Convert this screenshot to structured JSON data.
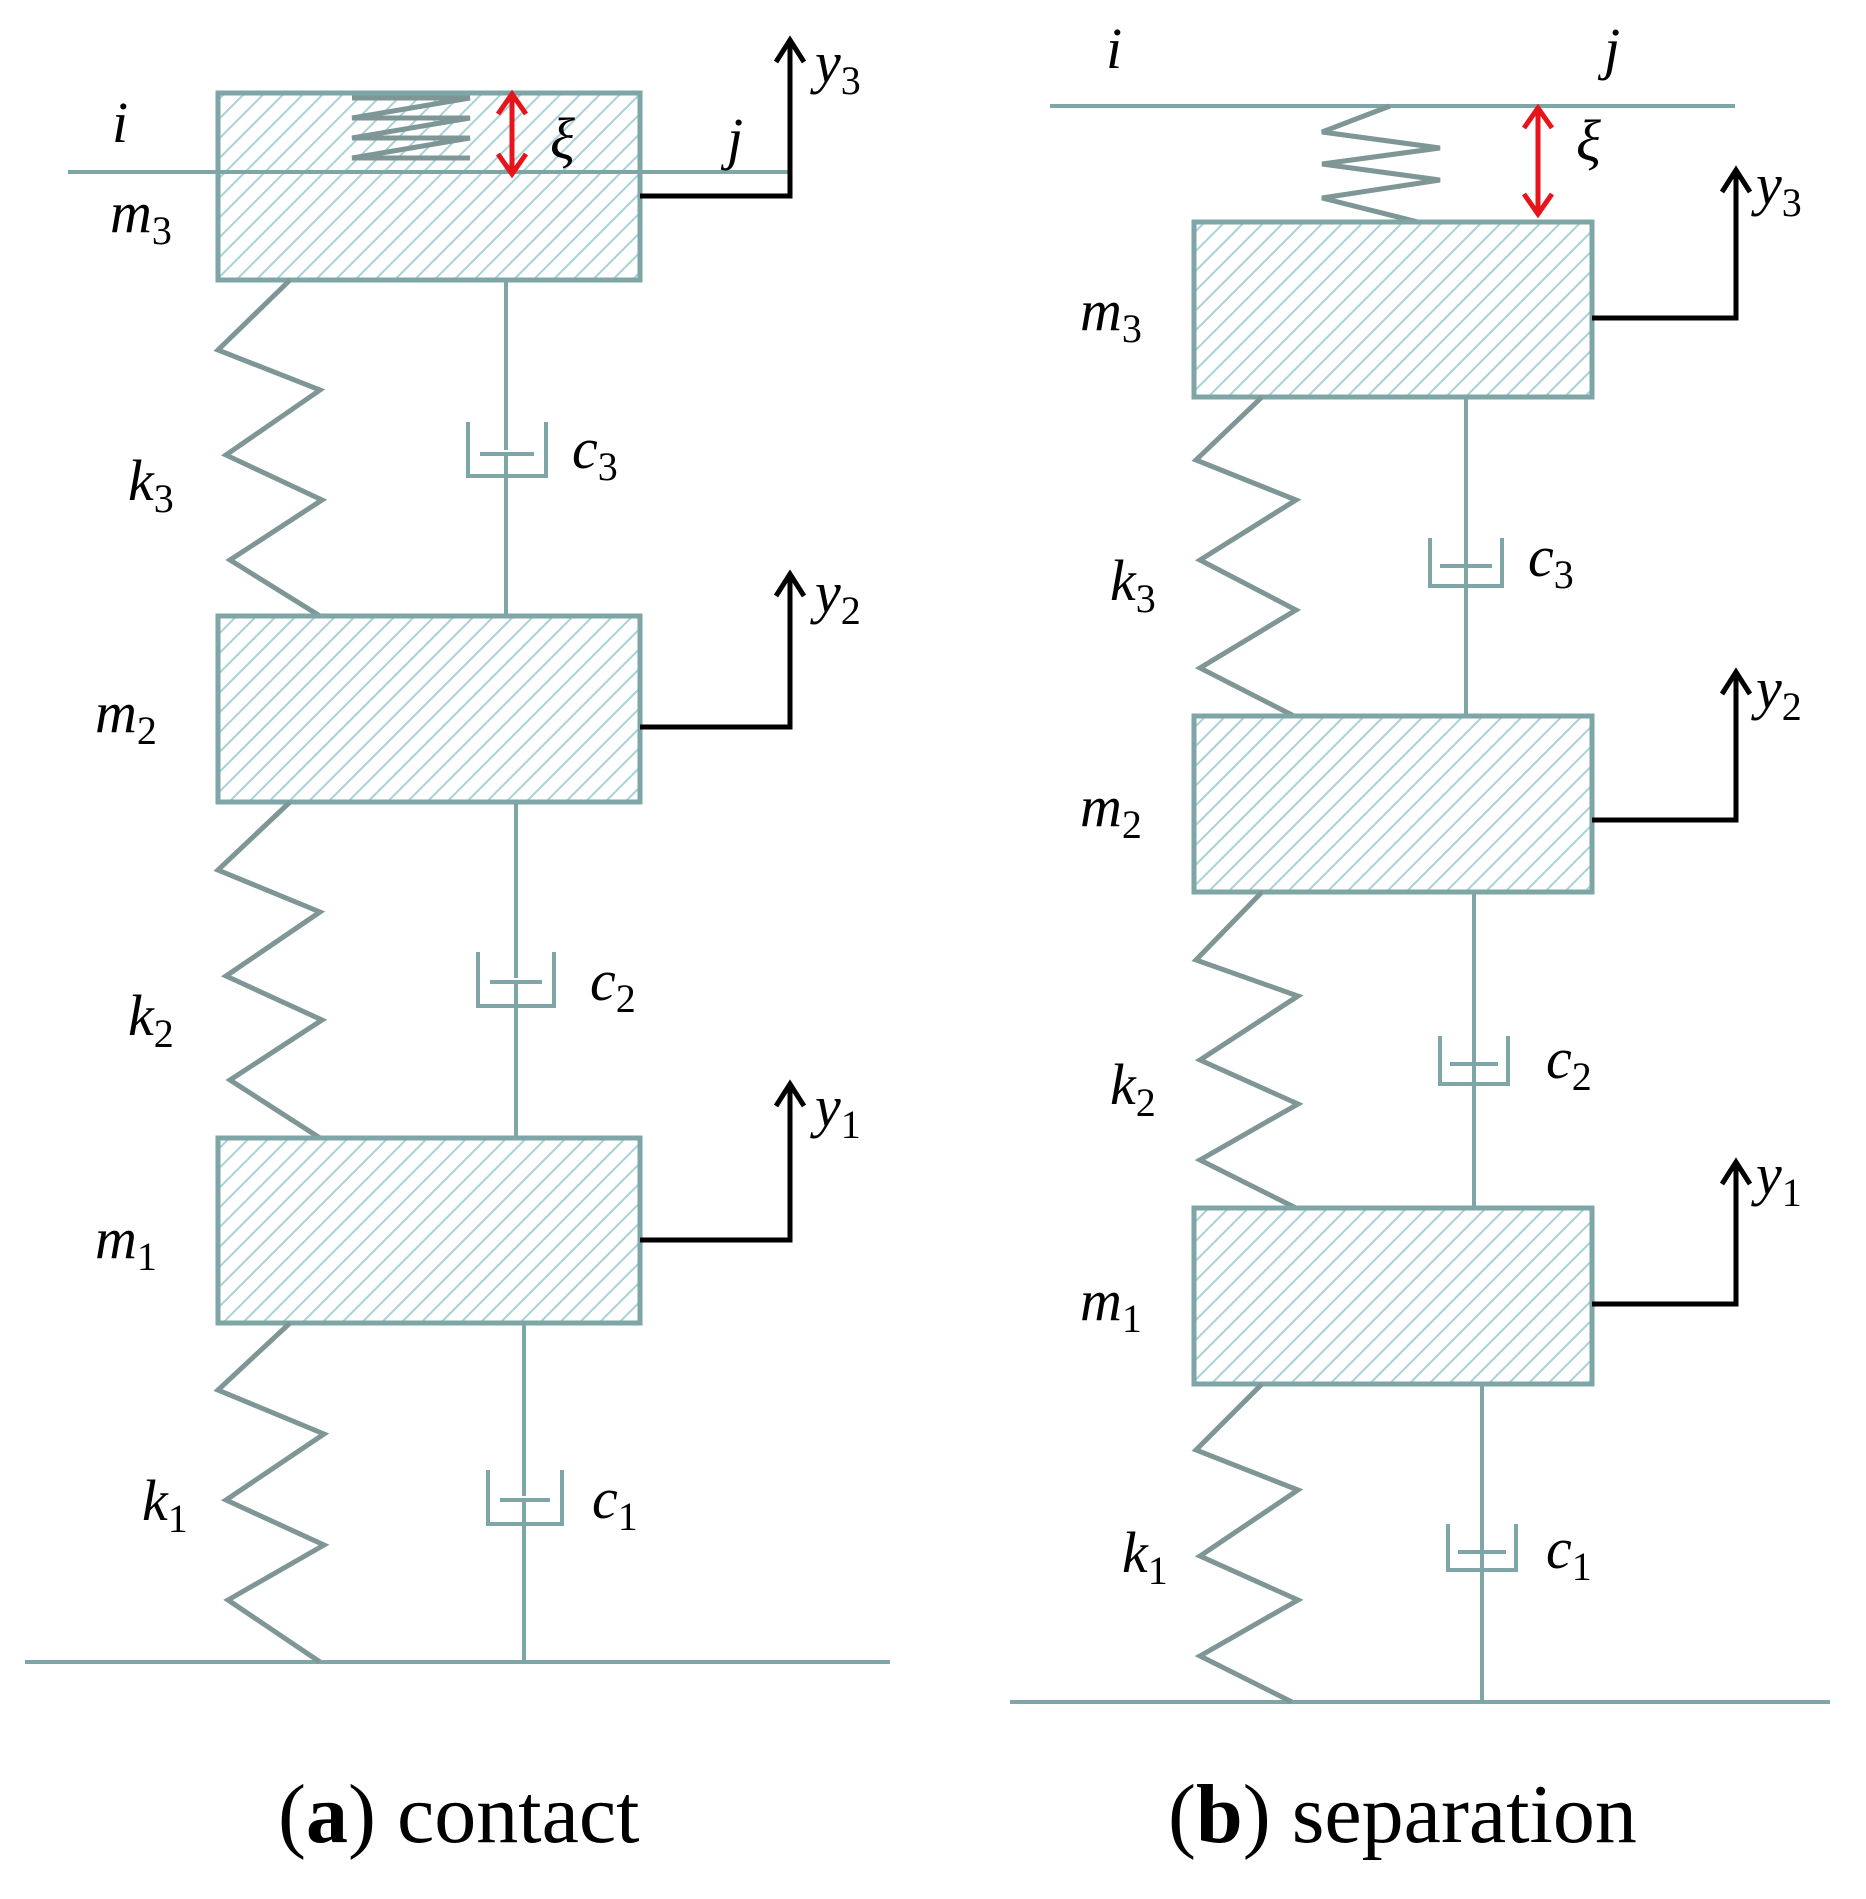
{
  "panel_a": {
    "masses": [
      {
        "label": "m",
        "sub": "3",
        "disp": "y",
        "disp_sub": "3"
      },
      {
        "label": "m",
        "sub": "2",
        "disp": "y",
        "disp_sub": "2"
      },
      {
        "label": "m",
        "sub": "1",
        "disp": "y",
        "disp_sub": "1"
      }
    ],
    "springs": [
      {
        "label": "k",
        "sub": "3"
      },
      {
        "label": "k",
        "sub": "2"
      },
      {
        "label": "k",
        "sub": "1"
      }
    ],
    "dampers": [
      {
        "label": "c",
        "sub": "3"
      },
      {
        "label": "c",
        "sub": "2"
      },
      {
        "label": "c",
        "sub": "1"
      }
    ],
    "node_i": "i",
    "node_j": "j",
    "gap": "ξ",
    "caption_letter": "a",
    "caption_text": "contact"
  },
  "panel_b": {
    "masses": [
      {
        "label": "m",
        "sub": "3",
        "disp": "y",
        "disp_sub": "3"
      },
      {
        "label": "m",
        "sub": "2",
        "disp": "y",
        "disp_sub": "2"
      },
      {
        "label": "m",
        "sub": "1",
        "disp": "y",
        "disp_sub": "1"
      }
    ],
    "springs": [
      {
        "label": "k",
        "sub": "3"
      },
      {
        "label": "k",
        "sub": "2"
      },
      {
        "label": "k",
        "sub": "1"
      }
    ],
    "dampers": [
      {
        "label": "c",
        "sub": "3"
      },
      {
        "label": "c",
        "sub": "2"
      },
      {
        "label": "c",
        "sub": "1"
      }
    ],
    "node_i": "i",
    "node_j": "j",
    "gap": "ξ",
    "caption_letter": "b",
    "caption_text": "separation"
  },
  "colors": {
    "structure": "#7fa6a6",
    "hatch": "#a8d2d8",
    "displacement_arrow": "#000000",
    "gap_arrow": "#e8141c"
  }
}
